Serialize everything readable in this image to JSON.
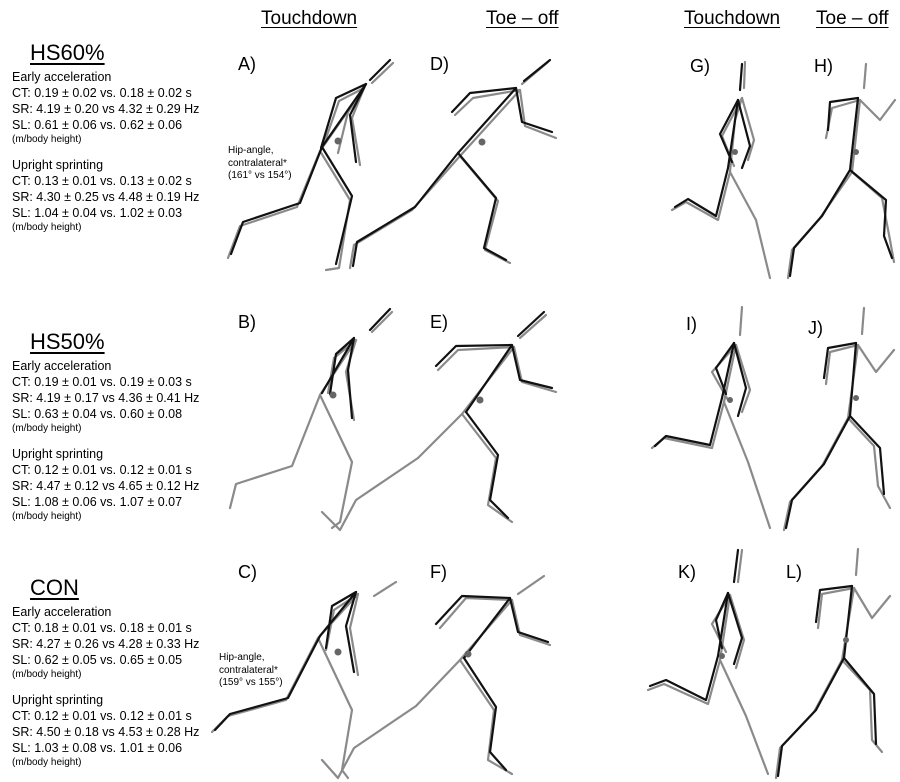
{
  "column_headers": [
    "Touchdown",
    "Toe – off",
    "Touchdown",
    "Toe – off"
  ],
  "groups": [
    {
      "name": "HS60%",
      "early_title": "Early acceleration",
      "early": [
        "CT: 0.19 ± 0.02 vs. 0.18 ± 0.02 s",
        "SR: 4.19 ± 0.20 vs 4.32 ± 0.29 Hz",
        "SL: 0.61 ± 0.06 vs. 0.62 ± 0.06"
      ],
      "early_unit": "(m/body height)",
      "upright_title": "Upright  sprinting",
      "upright": [
        "CT: 0.13 ± 0.01 vs. 0.13 ± 0.02 s",
        "SR: 4.30 ± 0.25 vs 4.48 ± 0.19 Hz",
        "SL: 1.04 ± 0.04 vs. 1.02 ± 0.03"
      ],
      "upright_unit": "(m/body height)",
      "panels": [
        "A)",
        "D)",
        "G)",
        "H)"
      ]
    },
    {
      "name": "HS50%",
      "early_title": "Early acceleration",
      "early": [
        "CT: 0.19 ± 0.01 vs. 0.19 ± 0.03 s",
        "SR: 4.19 ± 0.17 vs 4.36 ± 0.41 Hz",
        "SL: 0.63 ± 0.04 vs. 0.60 ± 0.08"
      ],
      "early_unit": "(m/body height)",
      "upright_title": "Upright sprinting",
      "upright": [
        "CT: 0.12 ± 0.01 vs. 0.12 ± 0.01 s",
        "SR: 4.47 ± 0.12 vs 4.65 ± 0.12 Hz",
        "SL: 1.08 ± 0.06 vs. 1.07 ± 0.07"
      ],
      "upright_unit": "(m/body height)",
      "panels": [
        "B)",
        "E)",
        "I)",
        "J)"
      ]
    },
    {
      "name": "CON",
      "early_title": "Early acceleration",
      "early": [
        "CT: 0.18 ± 0.01 vs. 0.18 ± 0.01 s",
        "SR: 4.27 ± 0.26 vs 4.28 ± 0.33 Hz",
        "SL: 0.62 ± 0.05 vs. 0.65 ± 0.05"
      ],
      "early_unit": "(m/body height)",
      "upright_title": "Upright sprinting",
      "upright": [
        "CT: 0.12 ± 0.01 vs. 0.12 ± 0.01 s",
        "SR: 4.50 ± 0.18 vs 4.53 ± 0.28 Hz",
        "SL: 1.03 ± 0.08 vs. 1.01 ± 0.06"
      ],
      "upright_unit": "(m/body height)",
      "panels": [
        "C)",
        "F)",
        "K)",
        "L)"
      ]
    }
  ],
  "annotations": [
    {
      "line1": "Hip-angle,",
      "line2": "contralateral*",
      "line3": "(161° vs 154°)"
    },
    {
      "line1": "Hip-angle,",
      "line2": "contralateral*",
      "line3": "(159° vs 155°)"
    }
  ],
  "colors": {
    "line_dark": "#111111",
    "line_gray": "#8a8a8a",
    "marker": "#666666"
  }
}
